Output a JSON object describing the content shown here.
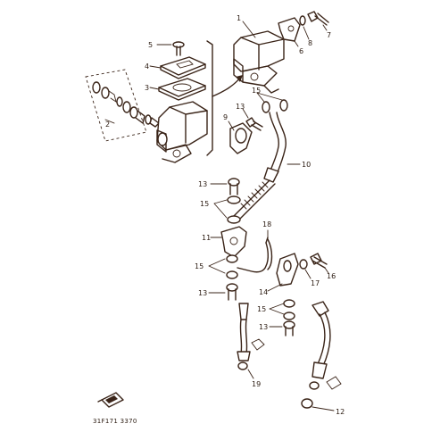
{
  "callouts": [
    "1",
    "2",
    "3",
    "4",
    "5",
    "6",
    "7",
    "8",
    "9",
    "10",
    "11",
    "12",
    "13",
    "14",
    "15",
    "16",
    "17",
    "18",
    "19"
  ],
  "diagram_code": "31F171 3370",
  "colors": {
    "ink": "#3a2418",
    "paper": "#ffffff"
  }
}
